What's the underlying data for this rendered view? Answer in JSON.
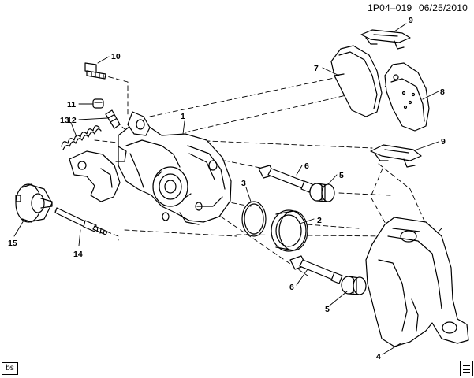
{
  "header": {
    "code": "1P04–019",
    "date": "06/25/2010"
  },
  "callouts": [
    "1",
    "2",
    "3",
    "4",
    "5",
    "5",
    "6",
    "6",
    "7",
    "8",
    "9",
    "9",
    "10",
    "11",
    "12",
    "13",
    "14",
    "15"
  ],
  "tag": {
    "label": "bs"
  },
  "corner_icon": "gm-logo-icon"
}
